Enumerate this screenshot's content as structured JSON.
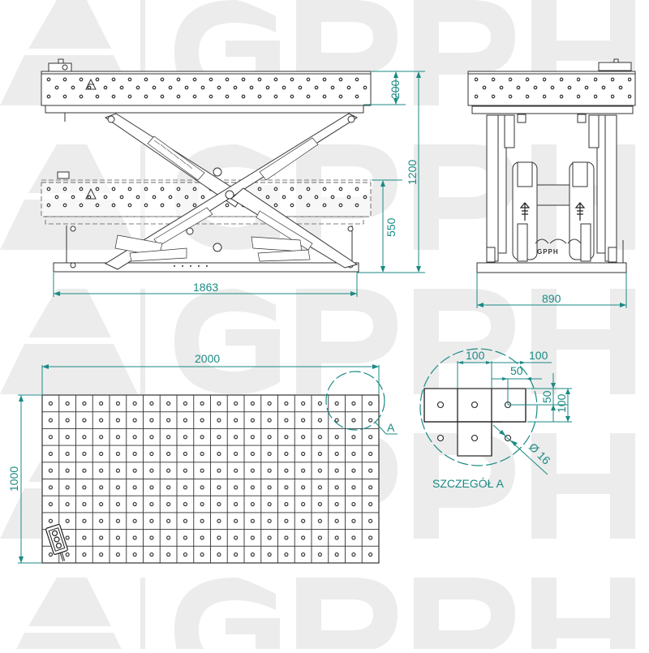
{
  "watermark": {
    "text": "GPPH",
    "letters": [
      "G",
      "P",
      "P",
      "H"
    ],
    "color": "#ececec"
  },
  "colors": {
    "dimension": "#1a8a84",
    "line": "#333333",
    "background": "#ffffff"
  },
  "side_view": {
    "label": "side-elevation",
    "dimensions": {
      "top_height": "200",
      "total_height": "1200",
      "lowered_height": "550",
      "length": "1863"
    }
  },
  "front_view": {
    "label": "front-elevation",
    "dimensions": {
      "width": "890"
    },
    "logo_text": "GPPH"
  },
  "plan_view": {
    "label": "top-plan",
    "dimensions": {
      "length": "2000",
      "width": "1000"
    },
    "grid": {
      "columns": 20,
      "rows": 10
    },
    "detail_marker": "A"
  },
  "detail_view": {
    "title": "SZCZEGÓŁ A",
    "dimensions": {
      "pitch_h": "100",
      "edge_h": "100",
      "offset_h": "50",
      "offset_v": "50",
      "pitch_v": "100",
      "hole_diameter": "Ø 16"
    }
  }
}
